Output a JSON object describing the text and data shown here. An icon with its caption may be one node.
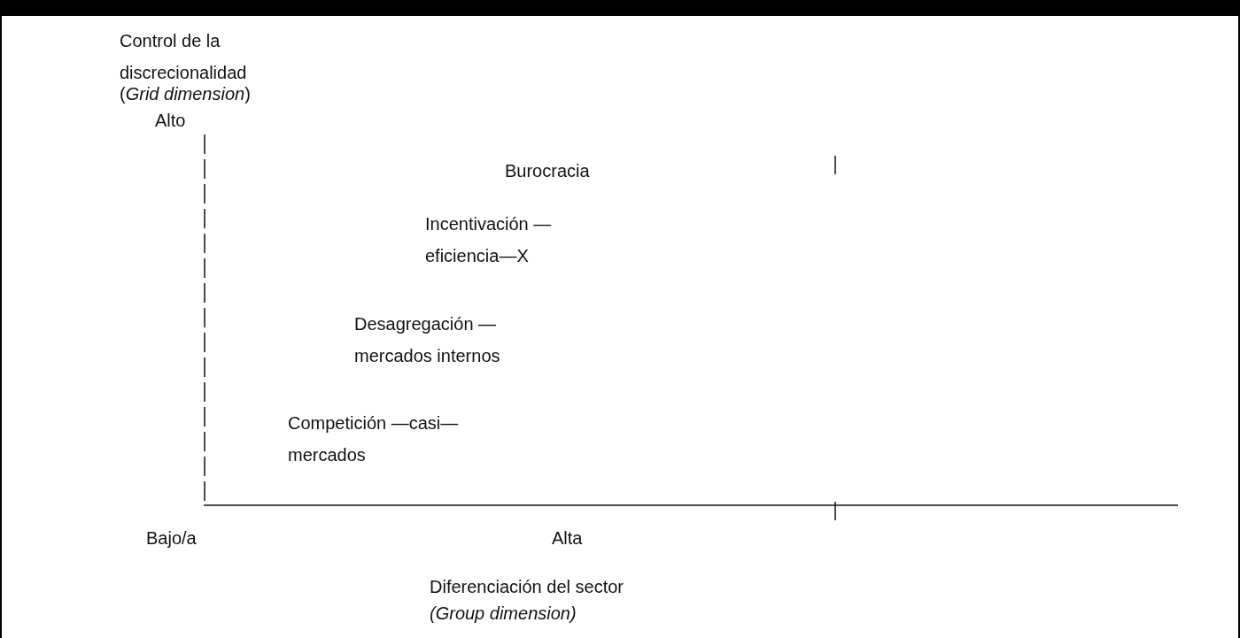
{
  "diagram": {
    "labels": [
      "Control de la discrecionalidad",
      "(*Grid dimension*)",
      "Alto",
      "Burocracia",
      "Incentivación —eficiencia—X",
      "Desagregación —mercados internos",
      "Competición —casi—mercados",
      "Bajo/a",
      "Alta",
      "Diferenciación del sector",
      "(Group dimension)"
    ]
  }
}
